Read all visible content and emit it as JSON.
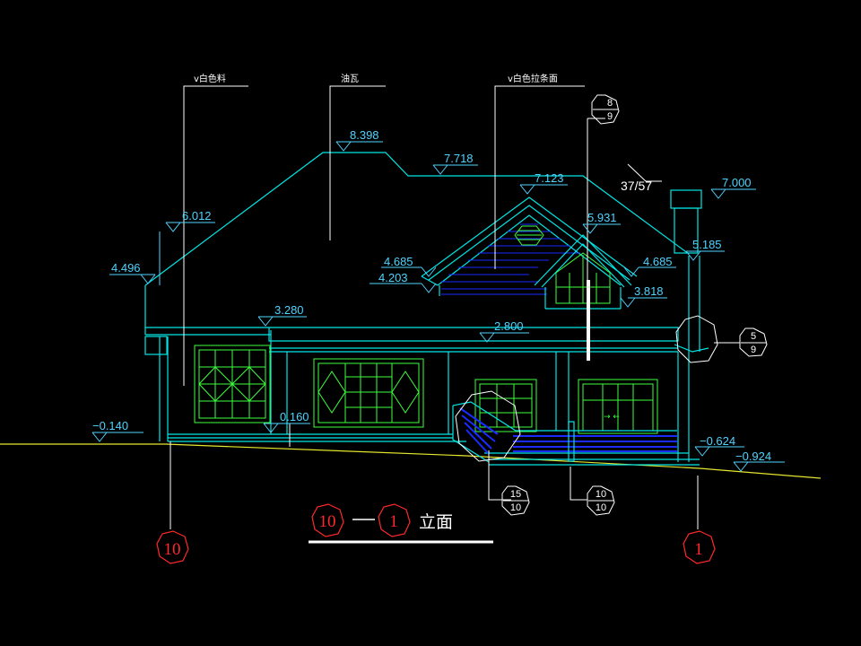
{
  "drawing": {
    "annotations": {
      "paint_left": "v白色料",
      "roof_tile": "油瓦",
      "paint_right": "v白色拉条面"
    },
    "elevations": {
      "ridge": "8.398",
      "roof_step": "7.718",
      "gable_peak": "7.123",
      "chimney_top": "7.000",
      "dormer_peak": "5.931",
      "left_roof_upper": "6.012",
      "left_eave": "4.496",
      "chimney_mid": "5.185",
      "gable_eave_upper": "4.685",
      "gable_eave_lower": "4.203",
      "dormer_eave_right": "4.685",
      "dormer_sill": "3.818",
      "lower_eave": "3.280",
      "porch_roof": "2.800",
      "floor": "0.160",
      "ground_left": "−0.140",
      "ground_right": "−0.624",
      "ground_far": "−0.924"
    },
    "slope_label": "37/57",
    "details": {
      "d1_top": "8",
      "d1_bottom": "9",
      "d2_top": "5",
      "d2_bottom": "9",
      "d3_top": "15",
      "d3_bottom": "10",
      "d4_top": "10",
      "d4_bottom": "10"
    },
    "axes": {
      "left": "10",
      "right": "1"
    },
    "title": {
      "from": "10",
      "to": "1",
      "suffix": "立面"
    },
    "colors": {
      "outline": "#00e5e5",
      "dimension": "#4fd3ff",
      "window": "#3dff3d",
      "hatch": "#1a2bff",
      "axis_bubble": "#ff2a2a",
      "ground": "#e6e62e"
    }
  }
}
